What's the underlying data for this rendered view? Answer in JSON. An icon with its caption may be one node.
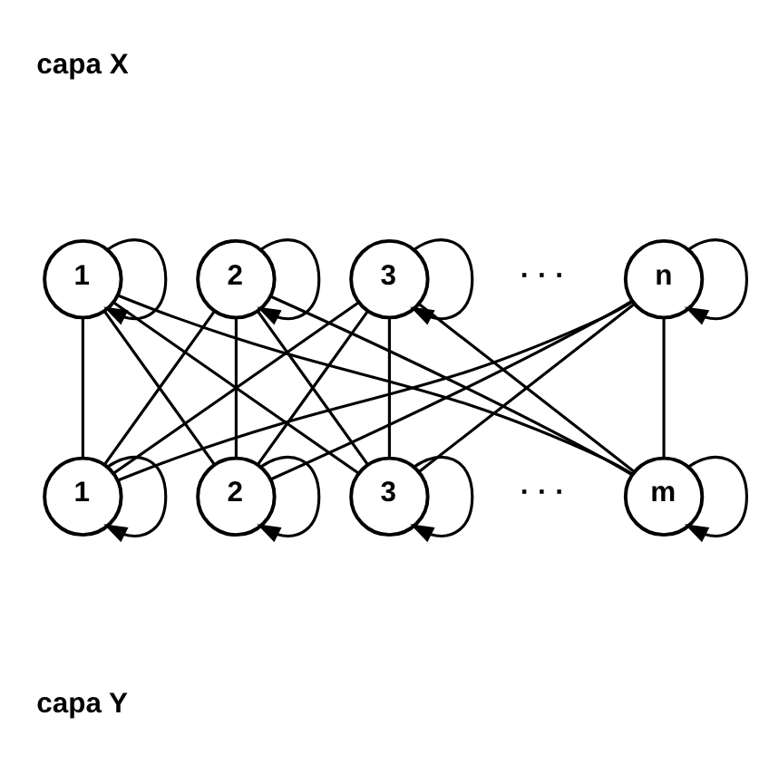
{
  "diagram": {
    "nodes": [
      {
        "text": [
          "1"
        ]
      },
      {
        "text": [
          "2"
        ]
      },
      {
        "text": [
          "3"
        ]
      },
      {
        "text": [
          "n"
        ]
      },
      {
        "text": [
          "1"
        ]
      },
      {
        "text": [
          "2"
        ]
      },
      {
        "text": [
          "3"
        ]
      },
      {
        "text": [
          "m"
        ]
      }
    ],
    "edges": [
      {
        "from": 0,
        "to": 0,
        "arrow": "to"
      },
      {
        "from": 1,
        "to": 1,
        "arrow": "to"
      },
      {
        "from": 2,
        "to": 2,
        "arrow": "to"
      },
      {
        "from": 3,
        "to": 3,
        "arrow": "to"
      },
      {
        "from": 0,
        "to": 4,
        "arrow": "none"
      },
      {
        "from": 0,
        "to": 5,
        "arrow": "none"
      },
      {
        "from": 0,
        "to": 6,
        "arrow": "none"
      },
      {
        "from": 0,
        "to": 7,
        "arrow": "none"
      },
      {
        "from": 1,
        "to": 4,
        "arrow": "none"
      },
      {
        "from": 1,
        "to": 5,
        "arrow": "none"
      },
      {
        "from": 1,
        "to": 6,
        "arrow": "none"
      },
      {
        "from": 1,
        "to": 7,
        "arrow": "none"
      },
      {
        "from": 2,
        "to": 4,
        "arrow": "none"
      },
      {
        "from": 2,
        "to": 5,
        "arrow": "none"
      },
      {
        "from": 2,
        "to": 6,
        "arrow": "none"
      },
      {
        "from": 2,
        "to": 7,
        "arrow": "none"
      },
      {
        "from": 3,
        "to": 4,
        "arrow": "none"
      },
      {
        "from": 3,
        "to": 5,
        "arrow": "none"
      },
      {
        "from": 3,
        "to": 6,
        "arrow": "none"
      },
      {
        "from": 3,
        "to": 7,
        "arrow": "none"
      },
      {
        "from": 4,
        "to": 4,
        "arrow": "to"
      },
      {
        "from": 5,
        "to": 5,
        "arrow": "to"
      },
      {
        "from": 6,
        "to": 6,
        "arrow": "to"
      },
      {
        "from": 7,
        "to": 7,
        "arrow": "to"
      }
    ],
    "labels": [
      "capa X",
      "· · ·",
      "· · ·",
      "capa Y"
    ]
  }
}
